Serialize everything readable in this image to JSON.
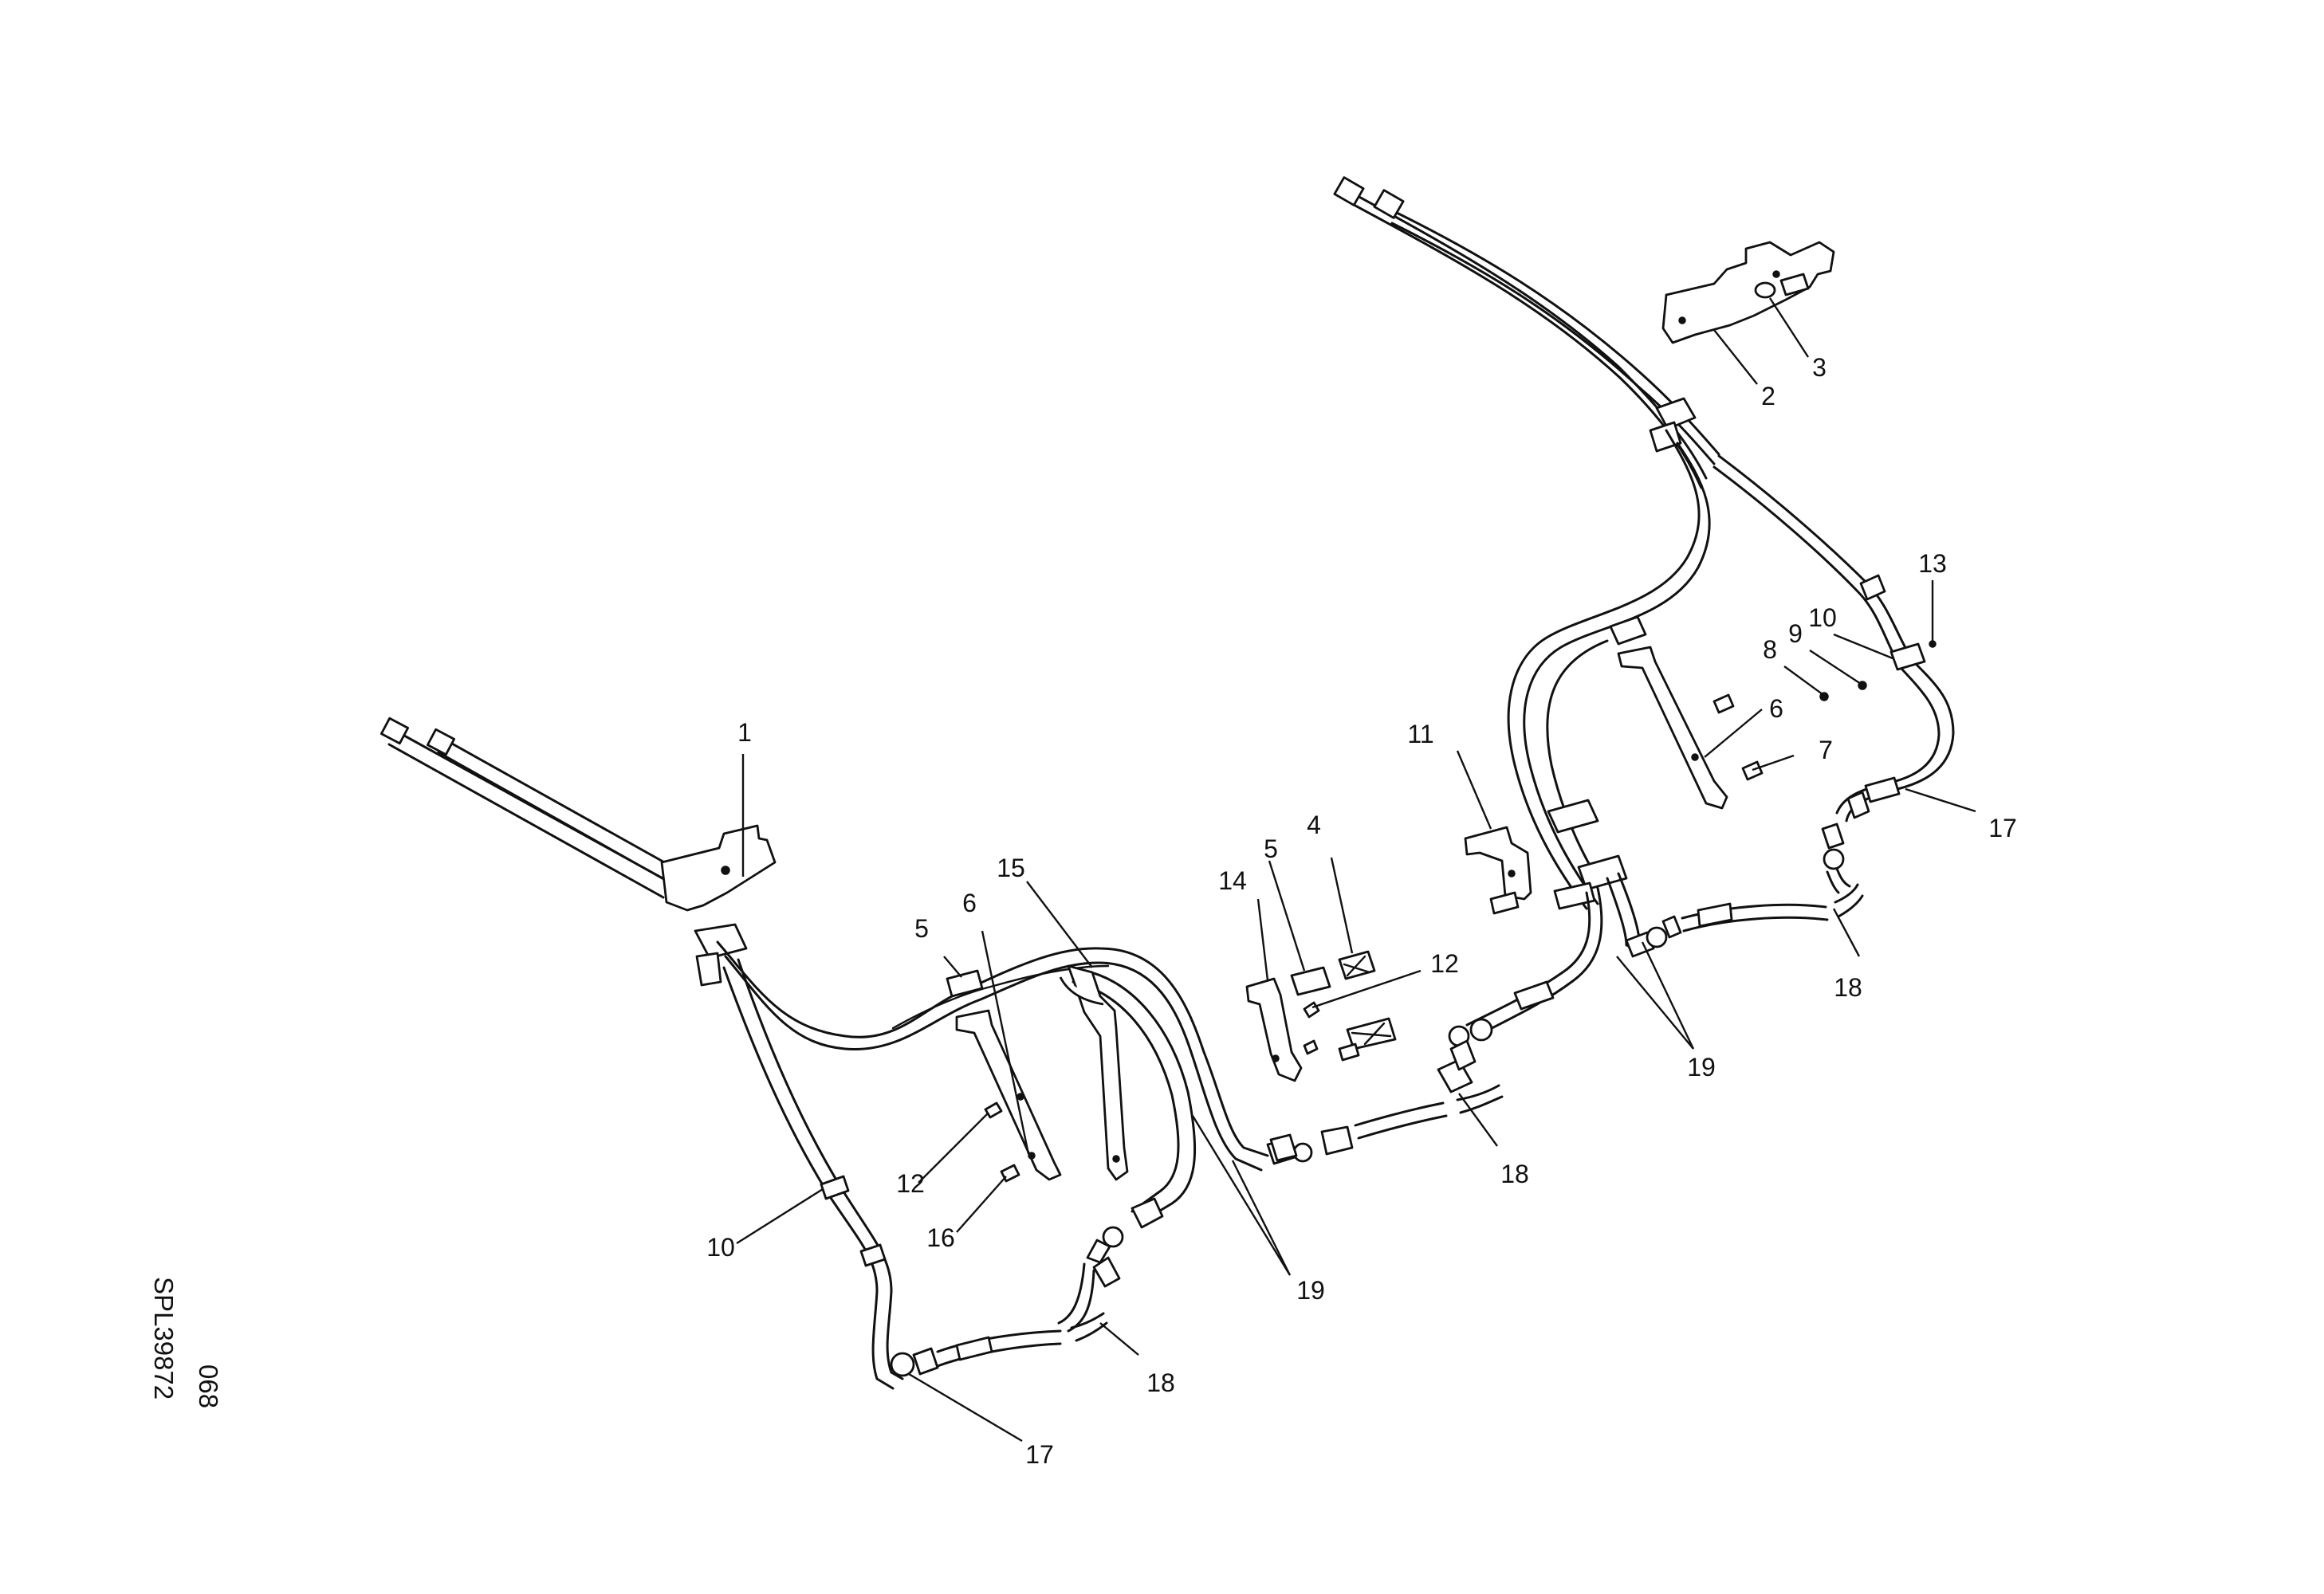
{
  "drawing_ref": {
    "code": "SPL39872",
    "sheet": "068"
  },
  "callouts": {
    "c1": "1",
    "c2": "2",
    "c3": "3",
    "c4": "4",
    "c5a": "5",
    "c5b": "5",
    "c6a": "6",
    "c6b": "6",
    "c7": "7",
    "c8": "8",
    "c9": "9",
    "c10a": "10",
    "c10b": "10",
    "c11": "11",
    "c12a": "12",
    "c12b": "12",
    "c13": "13",
    "c14": "14",
    "c15": "15",
    "c16": "16",
    "c17a": "17",
    "c17b": "17",
    "c18a": "18",
    "c18b": "18",
    "c18c": "18",
    "c19a": "19",
    "c19b": "19"
  }
}
